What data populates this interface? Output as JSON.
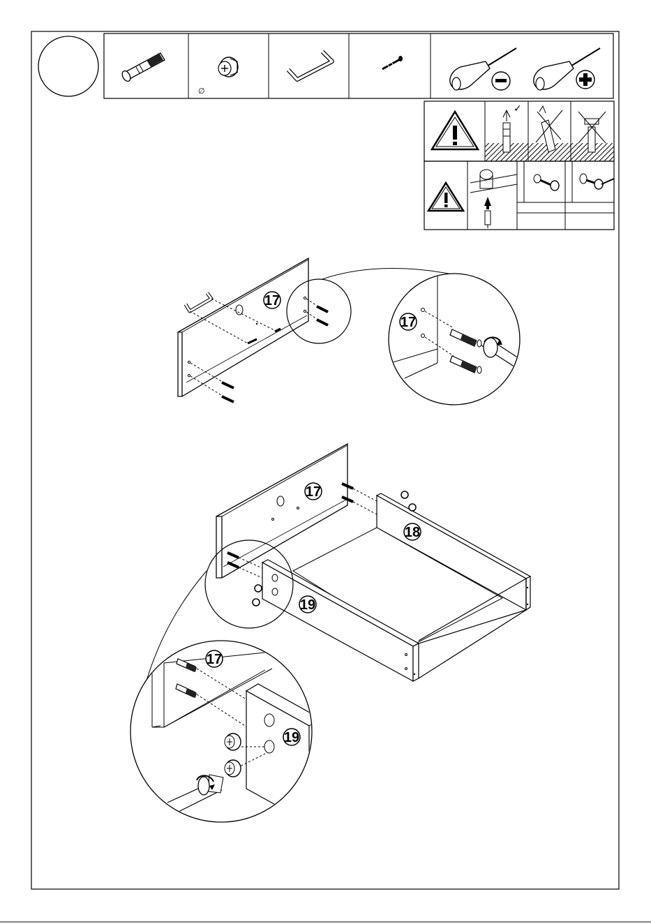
{
  "parts": {
    "diameter_symbol": "∅"
  },
  "labels": {
    "top_panel": "17",
    "top_zoom": "17",
    "bottom_panel": "17",
    "side_right": "18",
    "side_front": "19",
    "bottom_zoom_panel": "17",
    "bottom_zoom_side": "19"
  },
  "tools": {
    "flat_sign": "−",
    "phillips_sign": "✚"
  },
  "warnings": {
    "check_mark": "✓",
    "exclamation": "!"
  }
}
